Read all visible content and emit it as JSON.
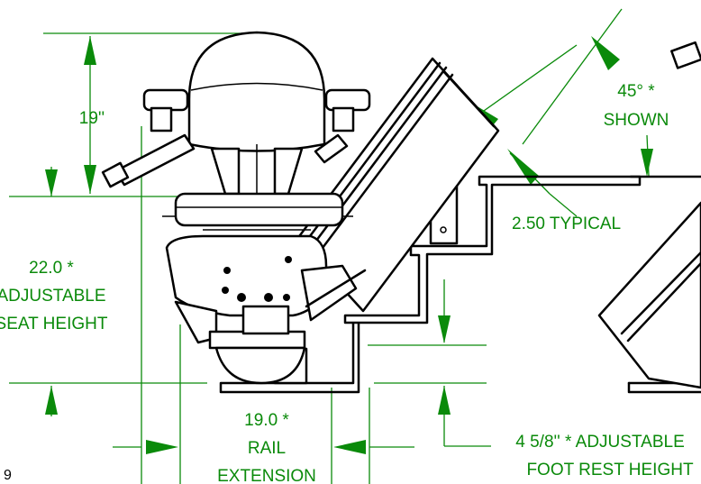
{
  "annotations": {
    "back_height": "19''",
    "seat_height_value": "22.0 *",
    "seat_height_line1": "ADJUSTABLE",
    "seat_height_line2": "SEAT HEIGHT",
    "angle_value": "45° *",
    "angle_shown": "SHOWN",
    "typical": "2.50 TYPICAL",
    "rail_value": "19.0 *",
    "rail_line1": "RAIL",
    "rail_line2": "EXTENSION",
    "footrest_line1": "4 5/8'' * ADJUSTABLE",
    "footrest_line2": "FOOT REST HEIGHT",
    "corner_mark": "9"
  },
  "colors": {
    "dimension": "#0a8a0a",
    "outline": "#000000",
    "background": "#ffffff"
  }
}
